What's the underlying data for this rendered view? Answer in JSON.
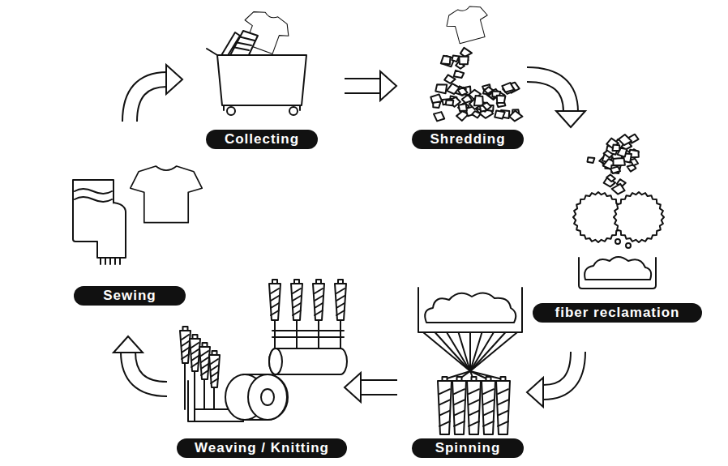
{
  "diagram": {
    "nodes": [
      {
        "text": [
          "Collecting"
        ]
      },
      {
        "text": [
          "Shredding"
        ]
      },
      {
        "text": [
          "fiber reclamation"
        ]
      },
      {
        "text": [
          "Spinning"
        ]
      },
      {
        "text": [
          "Weaving / Knitting"
        ]
      },
      {
        "text": [
          "Sewing"
        ]
      }
    ],
    "edges": [
      {
        "from": 0,
        "to": 1,
        "arrow": "to"
      },
      {
        "from": 1,
        "to": 2,
        "arrow": "to"
      },
      {
        "from": 2,
        "to": 3,
        "arrow": "to"
      },
      {
        "from": 3,
        "to": 4,
        "arrow": "to"
      },
      {
        "from": 4,
        "to": 5,
        "arrow": "to"
      },
      {
        "from": 5,
        "to": 0,
        "arrow": "to"
      }
    ]
  }
}
